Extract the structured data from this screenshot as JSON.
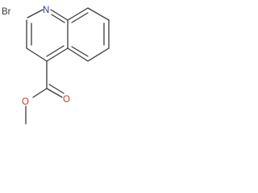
{
  "molecule": {
    "atoms": {
      "bromine": "Br",
      "nitrogen": "N",
      "carbonyl_oxygen": "O",
      "ester_oxygen": "O"
    },
    "colors": {
      "bond": "#3a3a3a",
      "nitrogen": "#2f3b8f",
      "oxygen": "#c0392b",
      "carbon_label": "#3a3a3a"
    }
  }
}
